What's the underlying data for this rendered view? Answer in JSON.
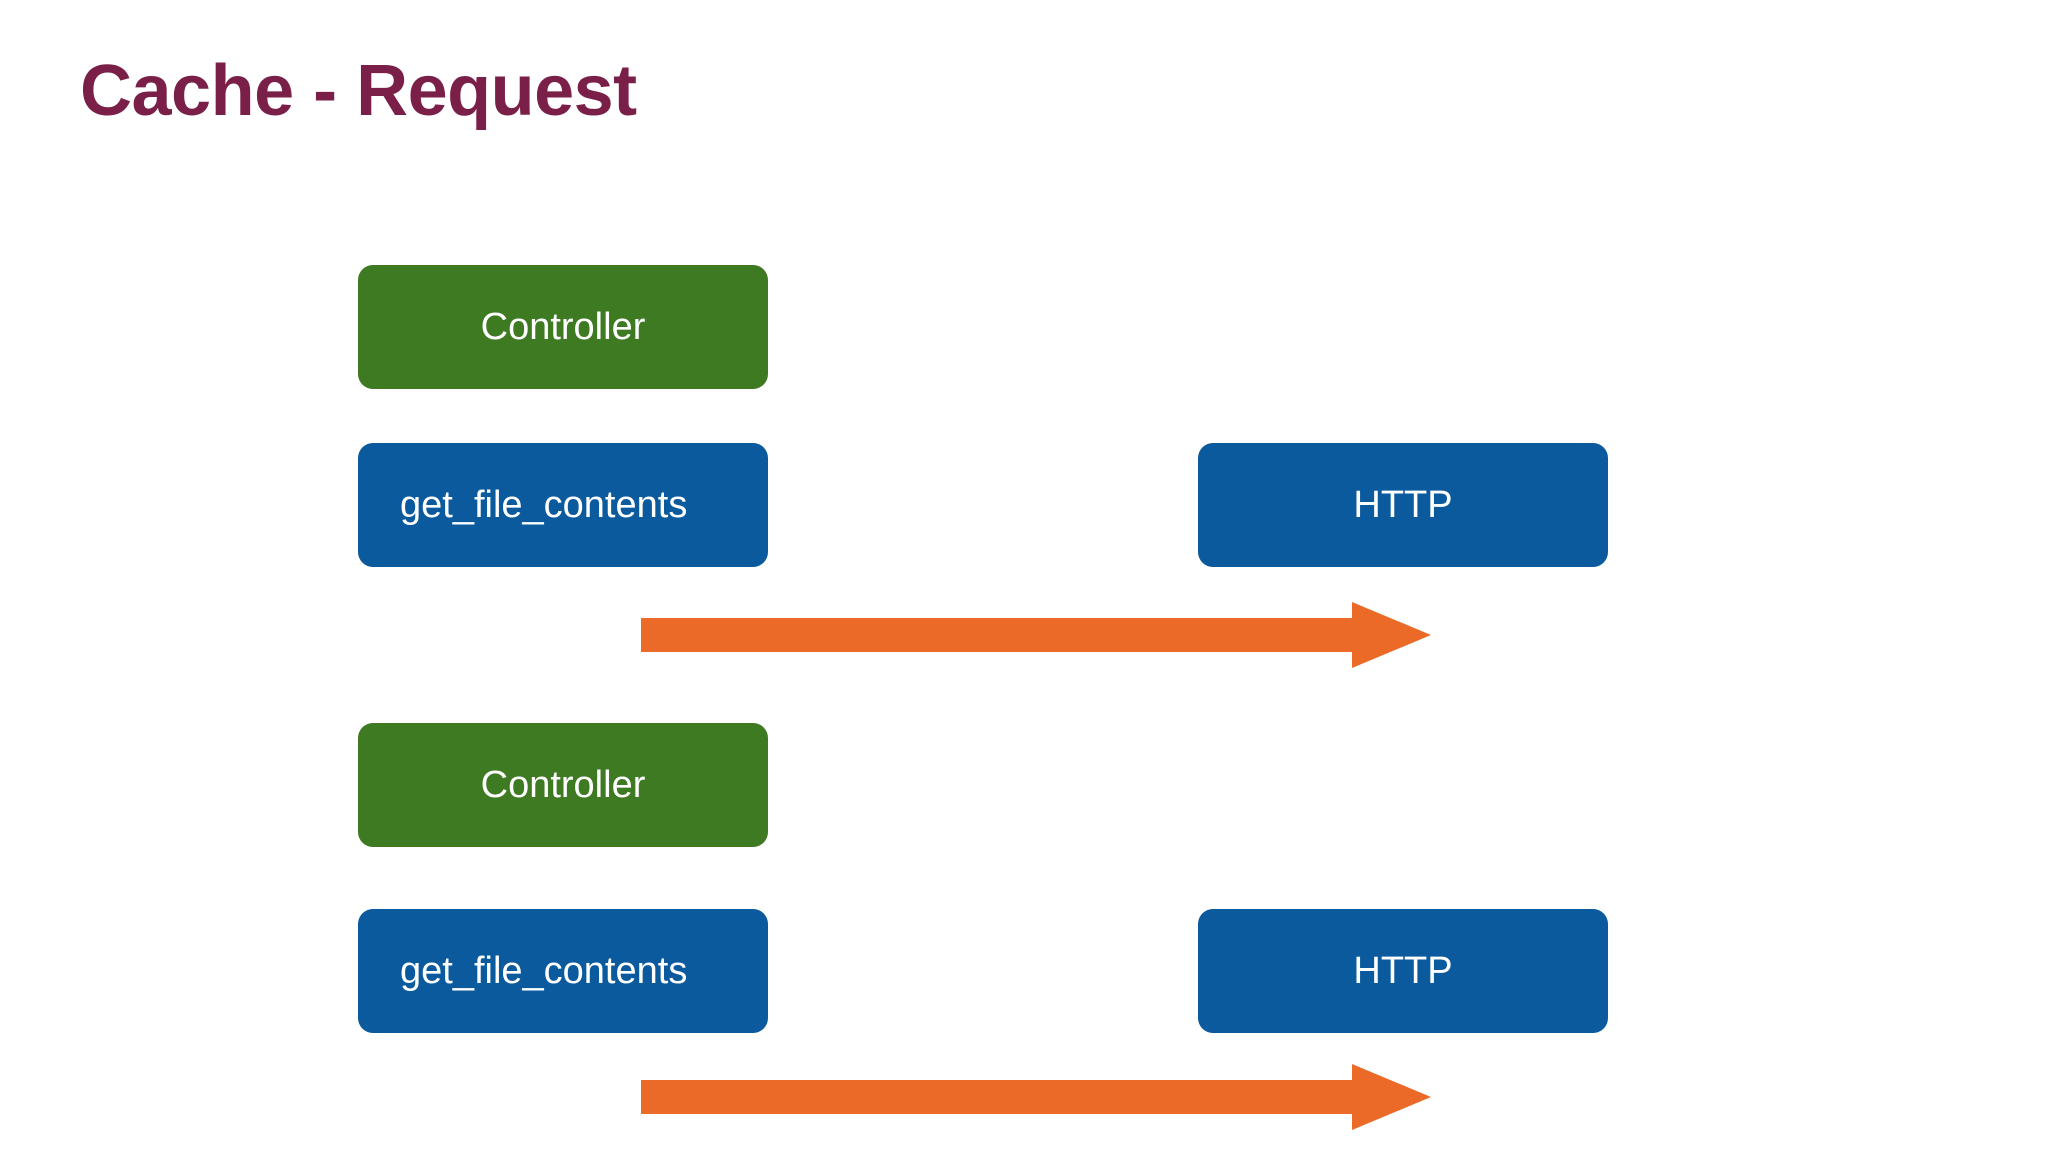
{
  "slide": {
    "title": "Cache - Request",
    "background_color": "#ffffff",
    "title_color": "#7a1f48"
  },
  "palette": {
    "maroon": "#7a1f48",
    "green": "#3e7a22",
    "blue": "#0b5a9e",
    "orange": "#ec6a27",
    "box_text": "#ffffff"
  },
  "diagram": {
    "rows": [
      {
        "id": "row-1",
        "controller": "Controller",
        "function": "get_file_contents",
        "target": "HTTP",
        "arrow": "right-arrow"
      },
      {
        "id": "row-2",
        "controller": "Controller",
        "function": "get_file_contents",
        "target": "HTTP",
        "arrow": "right-arrow"
      }
    ]
  }
}
